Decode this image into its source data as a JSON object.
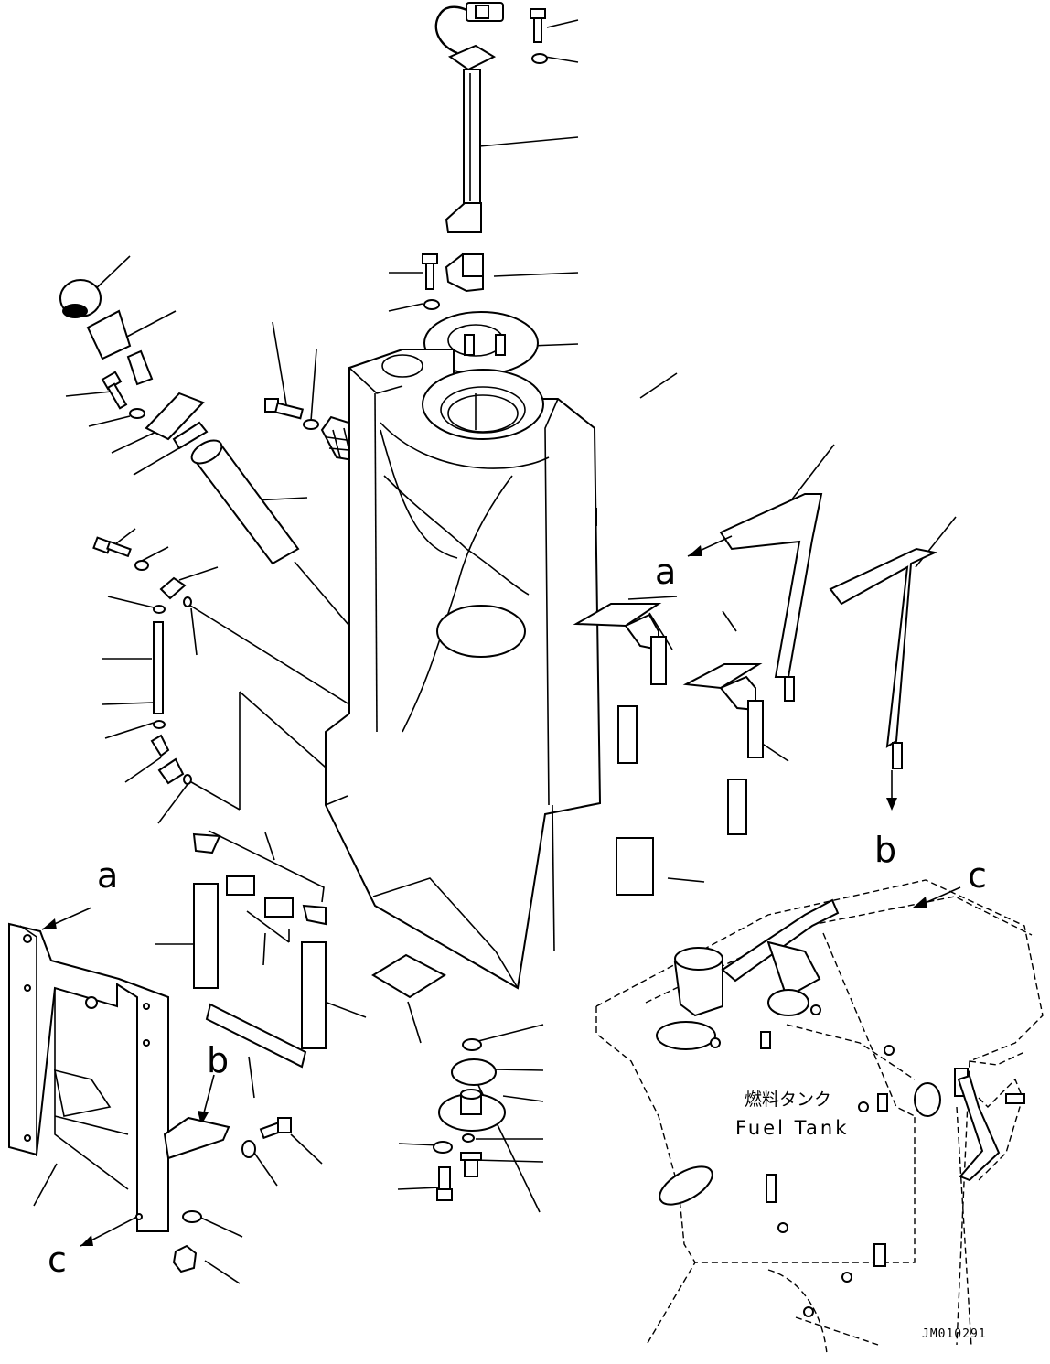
{
  "diagram": {
    "callouts": {
      "a_top": "a",
      "b_top": "b",
      "c_top": "c",
      "a_left": "a",
      "b_left": "b",
      "c_left": "c"
    },
    "tank_label_jp": "燃料タンク",
    "tank_label_en": "Fuel Tank",
    "drawing_code": "JM010291"
  }
}
